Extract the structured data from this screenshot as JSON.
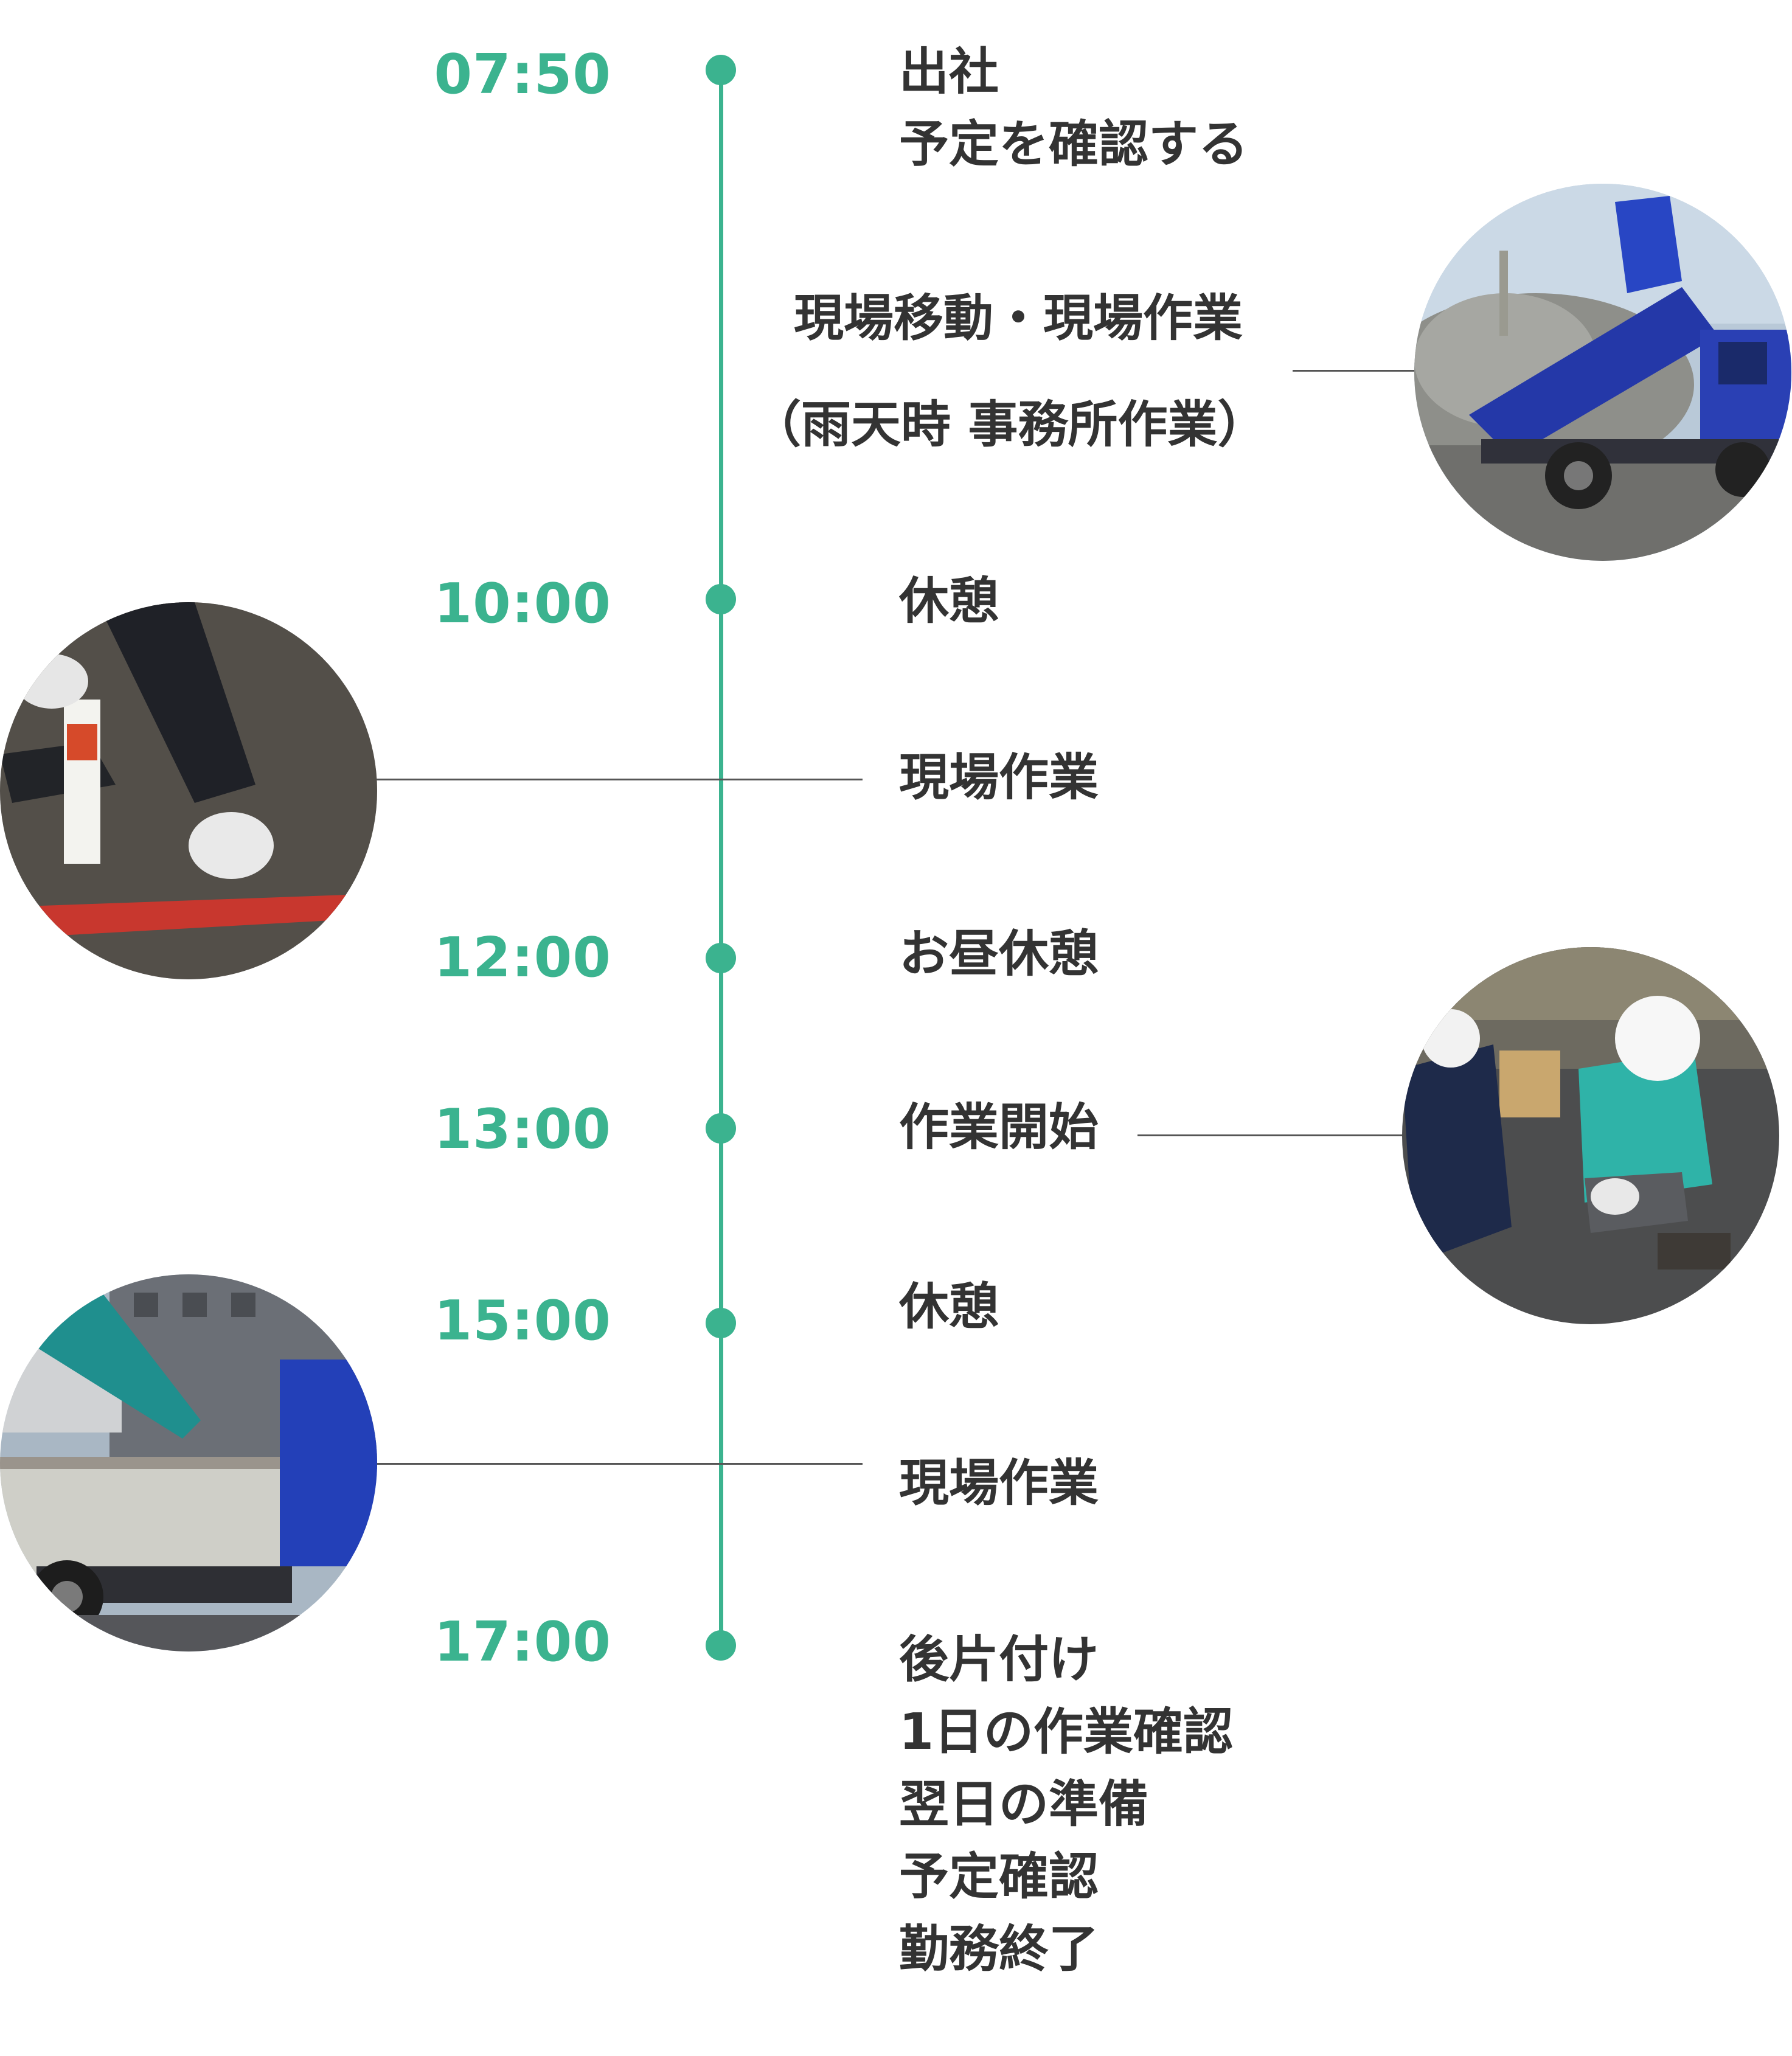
{
  "schedule": [
    {
      "time": "07:50",
      "label": "出社\n予定を確認する"
    },
    {
      "time": "",
      "label": "現場移動・現場作業"
    },
    {
      "time": "",
      "label": "（雨天時 事務所作業）"
    },
    {
      "time": "10:00",
      "label": "休憩"
    },
    {
      "time": "",
      "label": "現場作業"
    },
    {
      "time": "12:00",
      "label": "お昼休憩"
    },
    {
      "time": "13:00",
      "label": "作業開始"
    },
    {
      "time": "15:00",
      "label": "休憩"
    },
    {
      "time": "",
      "label": "現場作業"
    },
    {
      "time": "17:00",
      "label": "後片付け\n1日の作業確認\n翌日の準備\n予定確認\n勤務終了"
    }
  ],
  "colors": {
    "accent": "#3bb38f",
    "text": "#333333",
    "connector": "#555555"
  }
}
